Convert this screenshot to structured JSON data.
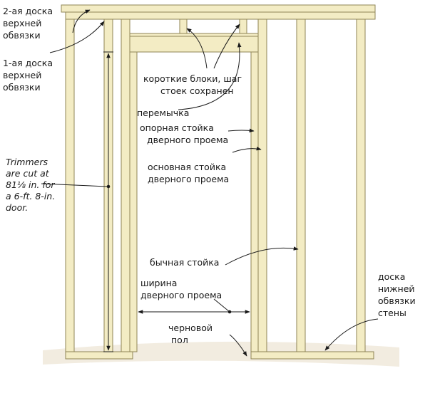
{
  "labels": {
    "top_plate_2": [
      "2-ая доска",
      "верхней",
      "обвязки"
    ],
    "top_plate_1": [
      "1-ая доска",
      "верхней",
      "обвязки"
    ],
    "trimmers": [
      "Trimmers",
      "are cut at",
      "81⅛ in. for",
      "a 6-ft. 8-in.",
      "door."
    ],
    "cripples": [
      "короткие блоки, шаг",
      "стоек сохранен"
    ],
    "header": "перемычка",
    "jack_stud": [
      "опорная  стойка",
      "дверного проема"
    ],
    "king_stud": [
      "основная стойка",
      "дверного проема"
    ],
    "common_stud": "бычная стойка",
    "door_width": [
      "ширина",
      "дверного проема"
    ],
    "subfloor": [
      "черновой",
      "пол"
    ],
    "bottom_plate": [
      "доска",
      "нижней",
      "обвязки",
      "стены"
    ]
  },
  "colors": {
    "wood": "#f3ecc4",
    "wood_edge": "#8f8556",
    "line": "#1a1a1a",
    "floor": "#eee6d6"
  }
}
